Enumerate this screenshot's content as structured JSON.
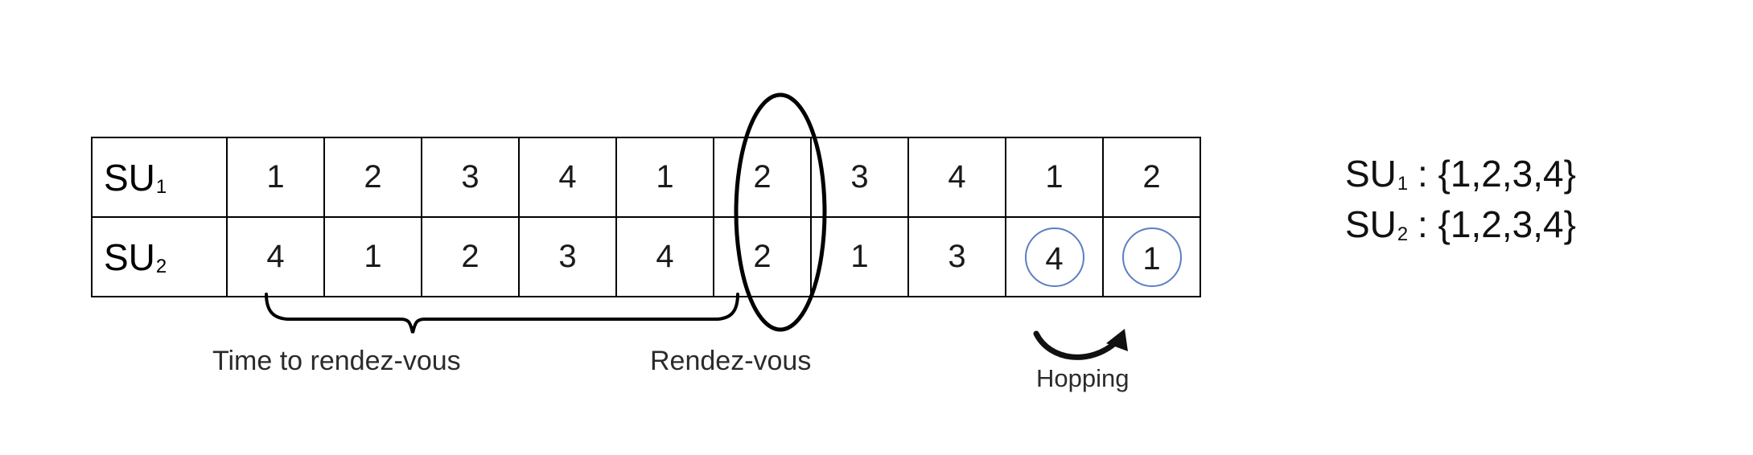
{
  "figure": {
    "title_hidden": "",
    "background_color": "#ffffff"
  },
  "table": {
    "rows": [
      {
        "label_base": "SU",
        "label_sub": "1",
        "values": [
          "1",
          "2",
          "3",
          "4",
          "1",
          "2",
          "3",
          "4",
          "1",
          "2"
        ],
        "circled_indices": []
      },
      {
        "label_base": "SU",
        "label_sub": "2",
        "values": [
          "4",
          "1",
          "2",
          "3",
          "4",
          "2",
          "1",
          "3",
          "4",
          "1"
        ],
        "circled_indices": [
          8,
          9
        ]
      }
    ],
    "highlight_column_index": 5,
    "border_color": "#000000",
    "circle_color": "#5b7ec4"
  },
  "captions": {
    "time_to_rendezvous": "Time to rendez-vous",
    "rendezvous": "Rendez-vous",
    "hopping": "Hopping"
  },
  "legend": {
    "line1_base": "SU",
    "line1_sub": "1",
    "line1_sep": " : ",
    "line1_set": "{1,2,3,4}",
    "line2_base": "SU",
    "line2_sub": "2",
    "line2_sep": " : ",
    "line2_set": "{1,2,3,4}"
  }
}
